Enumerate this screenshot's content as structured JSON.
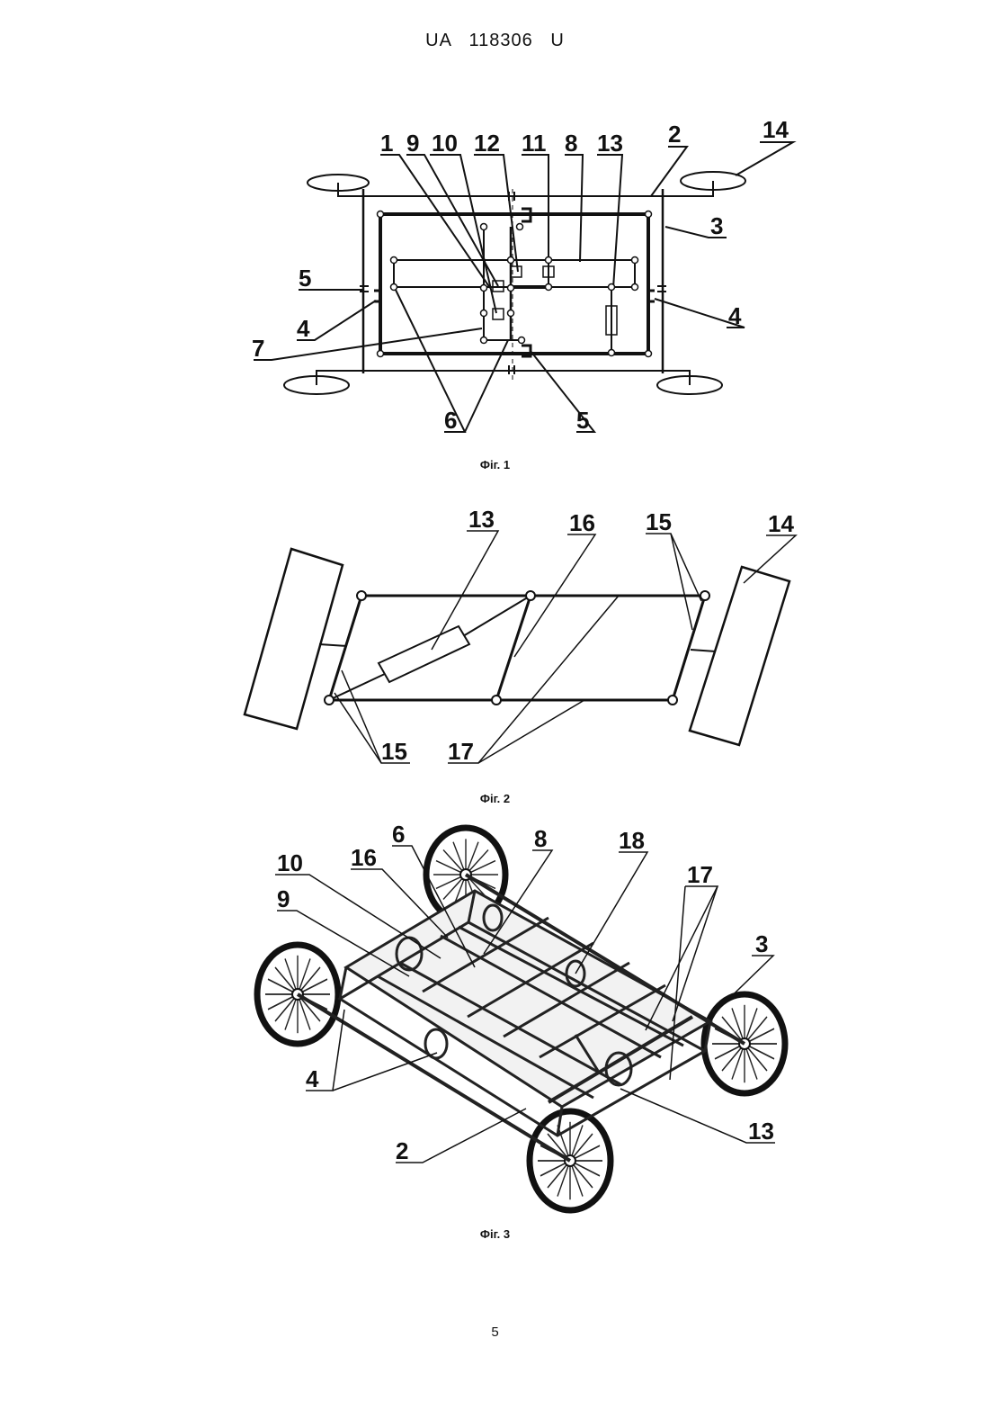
{
  "header": {
    "text": "UA   118306   U"
  },
  "page_number": "5",
  "figures": [
    {
      "caption": "Фіг. 1",
      "labels": [
        "1",
        "9",
        "10",
        "12",
        "11",
        "8",
        "13",
        "2",
        "14",
        "3",
        "5",
        "4",
        "7",
        "4",
        "6",
        "5"
      ]
    },
    {
      "caption": "Фіг. 2",
      "labels": [
        "13",
        "16",
        "15",
        "14",
        "15",
        "17"
      ]
    },
    {
      "caption": "Фіг. 3",
      "labels": [
        "10",
        "6",
        "8",
        "18",
        "16",
        "17",
        "9",
        "3",
        "4",
        "13",
        "2"
      ]
    }
  ]
}
